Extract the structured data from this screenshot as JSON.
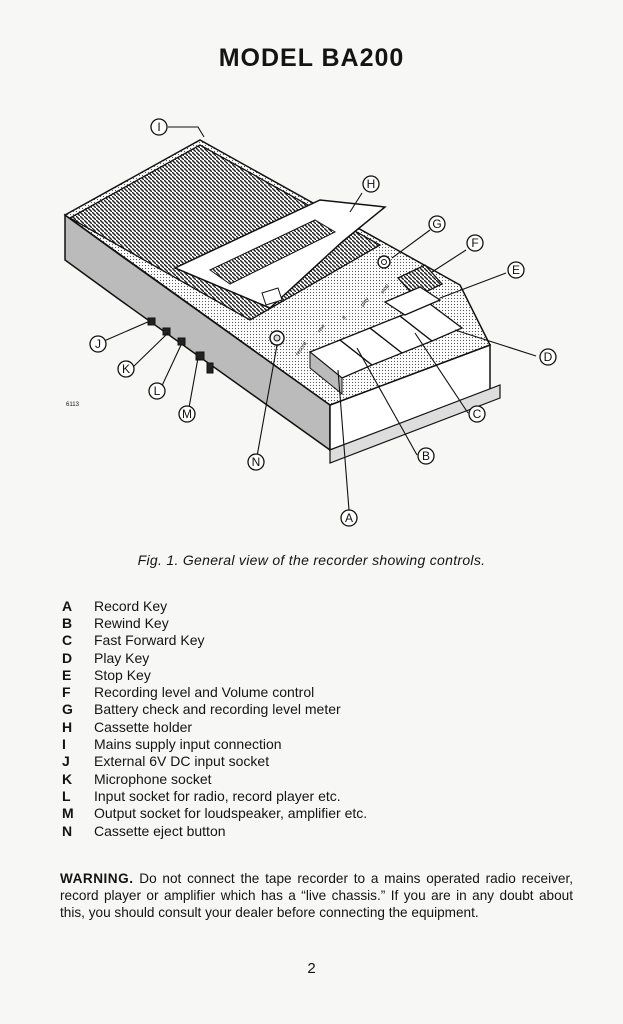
{
  "page": {
    "title": "MODEL BA200",
    "figure_code": "6113",
    "caption": "Fig. 1. General view of the recorder showing controls.",
    "page_number": "2"
  },
  "callouts": [
    "A",
    "B",
    "C",
    "D",
    "E",
    "F",
    "G",
    "H",
    "I",
    "J",
    "K",
    "L",
    "M",
    "N"
  ],
  "panel_labels": [
    "record",
    "rew",
    "ff",
    "play",
    "stop"
  ],
  "legend": [
    {
      "key": "A",
      "desc": "Record Key"
    },
    {
      "key": "B",
      "desc": "Rewind Key"
    },
    {
      "key": "C",
      "desc": "Fast Forward Key"
    },
    {
      "key": "D",
      "desc": "Play Key"
    },
    {
      "key": "E",
      "desc": "Stop Key"
    },
    {
      "key": "F",
      "desc": "Recording level and Volume control"
    },
    {
      "key": "G",
      "desc": "Battery check and recording level meter"
    },
    {
      "key": "H",
      "desc": "Cassette holder"
    },
    {
      "key": "I",
      "desc": "Mains supply input connection"
    },
    {
      "key": "J",
      "desc": "External 6V DC input socket"
    },
    {
      "key": "K",
      "desc": "Microphone socket"
    },
    {
      "key": "L",
      "desc": "Input socket for radio, record player etc."
    },
    {
      "key": "M",
      "desc": "Output socket for loudspeaker, amplifier etc."
    },
    {
      "key": "N",
      "desc": "Cassette eject button"
    }
  ],
  "warning": {
    "heading": "WARNING.",
    "text": "Do not connect the tape recorder to a mains operated radio receiver, record player or amplifier which has a “live chassis.” If you are in any doubt about this, you should consult your dealer before connecting the equipment."
  }
}
